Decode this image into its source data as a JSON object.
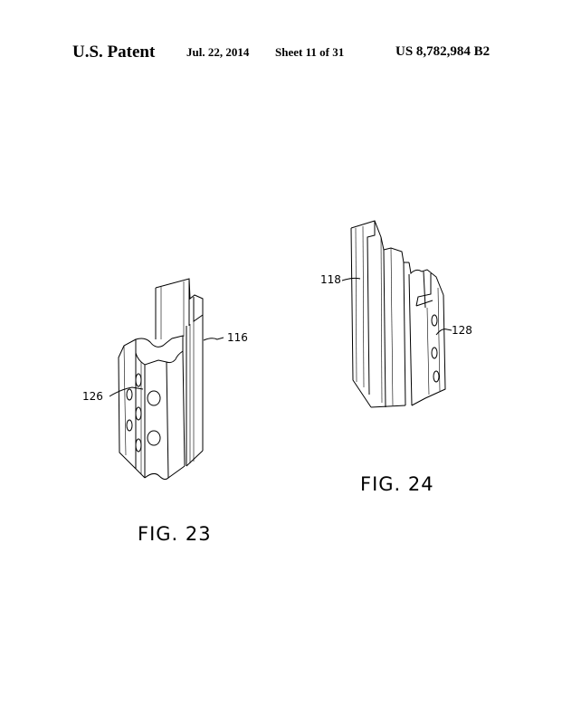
{
  "header": {
    "title": "U.S. Patent",
    "date": "Jul. 22, 2014",
    "sheet": "Sheet 11 of 31",
    "patent_number": "US 8,782,984 B2"
  },
  "figures": {
    "fig23": {
      "caption": "FIG. 23",
      "labels": {
        "upright": "116",
        "insert": "126"
      }
    },
    "fig24": {
      "caption": "FIG. 24",
      "labels": {
        "upright": "118",
        "insert": "128"
      }
    }
  }
}
